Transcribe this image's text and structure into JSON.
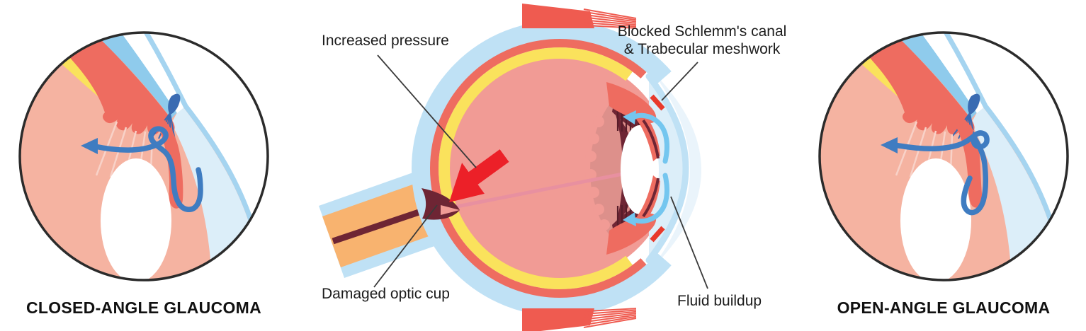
{
  "palette": {
    "peach": "#F5B3A1",
    "salmon": "#EE6C60",
    "yellow": "#FAE25C",
    "sclera_blue": "#BFE1F5",
    "mid_blue": "#8FCBEC",
    "cornea_line": "#A5D4F0",
    "pale_blue": "#DCEEF9",
    "faint_blue": "#EAF4FB",
    "interior_pink": "#F19B95",
    "scallop_pink": "#DD908B",
    "maroon": "#6E2534",
    "maroon_dark": "#571D2A",
    "orange": "#F8B36F",
    "bright_red": "#EC2028",
    "muscle_red": "#EF5B50",
    "dash_red": "#E8392B",
    "arrow_blue": "#3F7CC1",
    "flow_blue": "#74C6EF",
    "mesh_blue": "#3A6BB2",
    "zonule": "#F8D2C8",
    "vessel_pink": "#E890A0",
    "ink": "#2B2B2B",
    "line": "#3A3A3A"
  },
  "center": {
    "labels": {
      "increased_pressure": "Increased pressure",
      "blocked_line1": "Blocked Schlemm's canal",
      "blocked_line2": "& Trabecular meshwork",
      "damaged_optic_cup": "Damaged optic cup",
      "fluid_buildup": "Fluid buildup"
    }
  },
  "insets": {
    "closed": {
      "caption": "CLOSED-ANGLE GLAUCOMA"
    },
    "open": {
      "caption": "OPEN-ANGLE GLAUCOMA"
    }
  }
}
